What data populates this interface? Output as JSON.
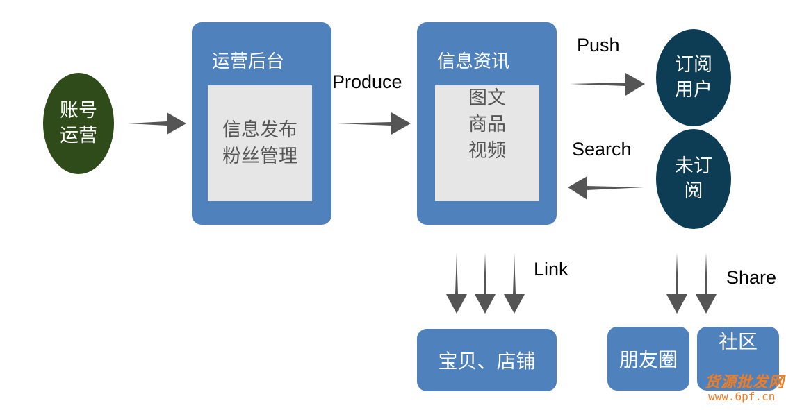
{
  "nodes": {
    "account_ops": {
      "label": "账号\n运营",
      "color": "#2f4b19"
    },
    "ops_backend": {
      "title": "运营后台",
      "content": "信息发布\n粉丝管理",
      "color": "#4f81bd"
    },
    "info_news": {
      "title": "信息资讯",
      "content": "图文\n商品\n视频",
      "color": "#4f81bd"
    },
    "subscribed_users": {
      "label": "订阅\n用户",
      "color": "#0d3c55"
    },
    "unsubscribed": {
      "label": "未订\n阅",
      "color": "#0d3c55"
    },
    "products_shops": {
      "label": "宝贝、店铺"
    },
    "moments": {
      "label": "朋友圈"
    },
    "community": {
      "label": "社区"
    }
  },
  "edges": {
    "produce": "Produce",
    "push": "Push",
    "search": "Search",
    "link": "Link",
    "share": "Share"
  },
  "watermark": {
    "name": "货源批发网",
    "url": "www.6pf.cn",
    "color": "#f07d22"
  },
  "colors": {
    "arrow": "#555555",
    "inner_panel": "#e6e6e6"
  }
}
